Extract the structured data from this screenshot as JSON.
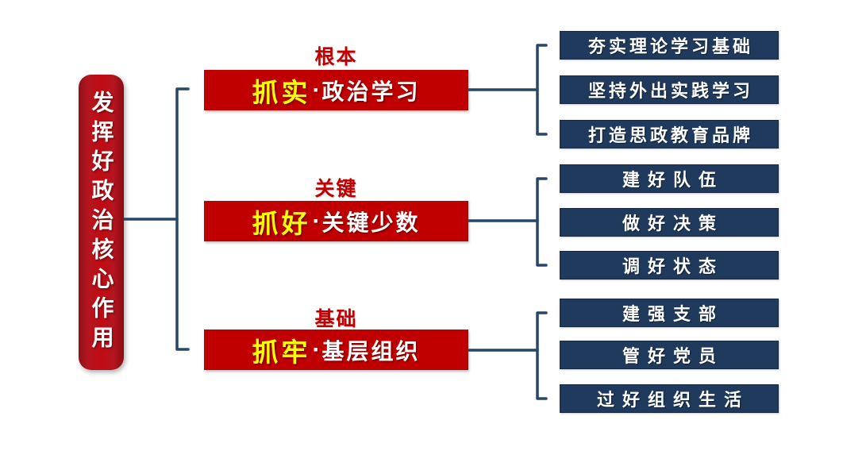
{
  "root": {
    "title": "发挥好政治核心作用"
  },
  "branches": [
    {
      "tag": "根本",
      "highlight": "抓实",
      "separator": "·",
      "rest": "政治学习",
      "items": [
        "夯实理论学习基础",
        "坚持外出实践学习",
        "打造思政教育品牌"
      ]
    },
    {
      "tag": "关键",
      "highlight": "抓好",
      "separator": "·",
      "rest": "关键少数",
      "items": [
        "建好队伍",
        "做好决策",
        "调好状态"
      ]
    },
    {
      "tag": "基础",
      "highlight": "抓牢",
      "separator": "·",
      "rest": "基层组织",
      "items": [
        "建强支部",
        "管好党员",
        "过好组织生活"
      ]
    }
  ],
  "colors": {
    "branch_box_red": "#c00000",
    "pillar_red": "#b5151f",
    "highlight_yellow": "#ffff00",
    "item_navy": "#1f3a5c",
    "connector_blue": "#274769",
    "text_white": "#ffffff"
  }
}
